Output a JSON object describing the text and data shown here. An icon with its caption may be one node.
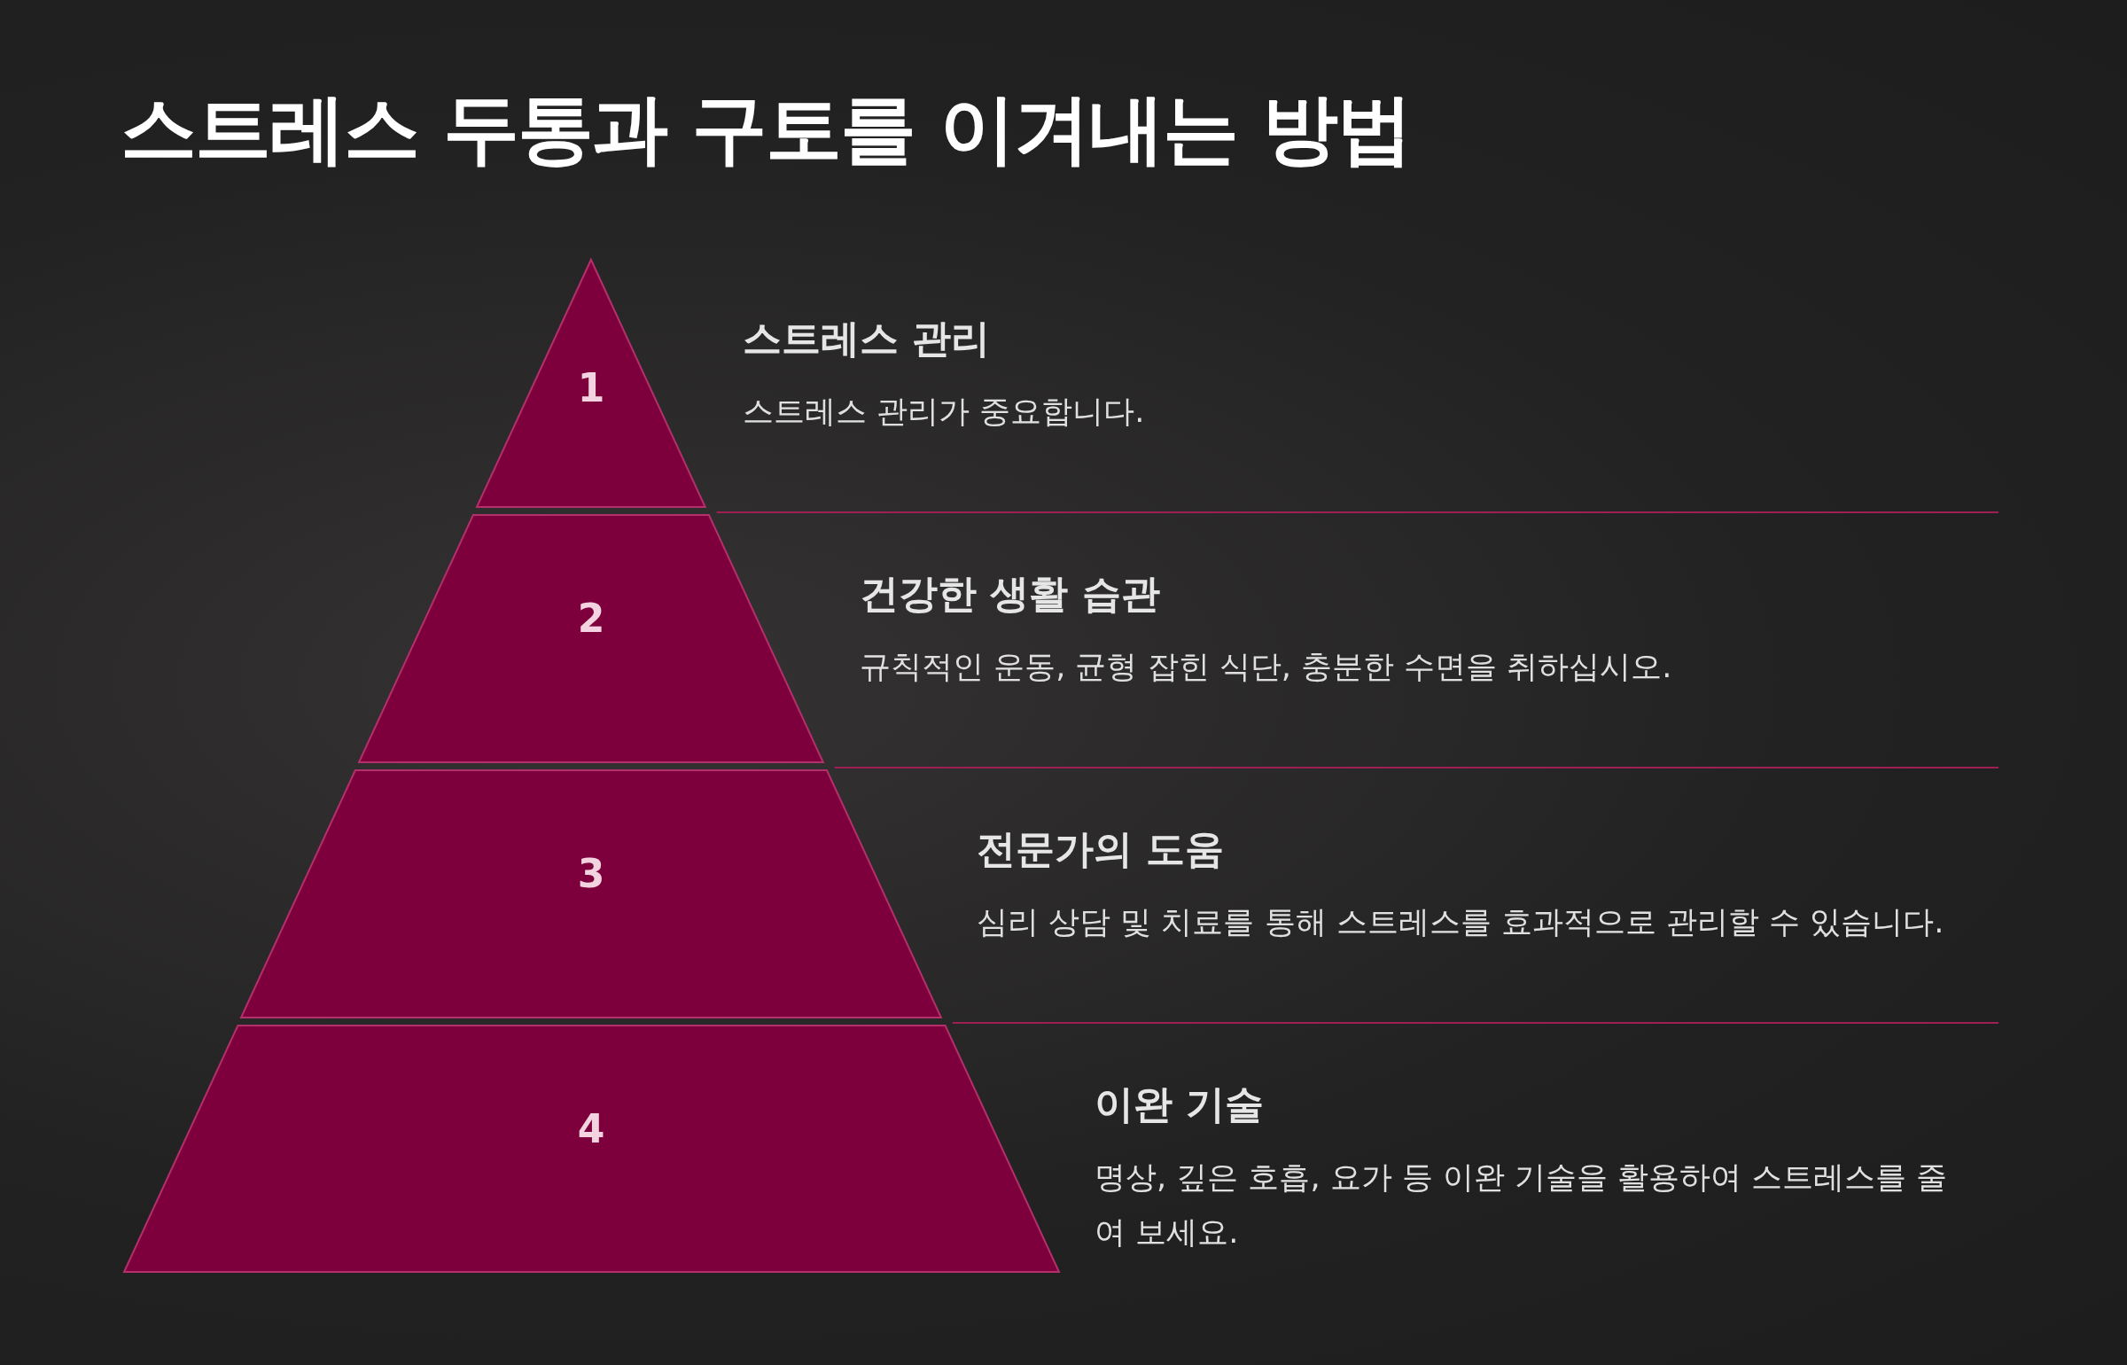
{
  "diagram": {
    "title": "스트레스 두통과 구토를 이겨내는 방법",
    "nodes": [
      {
        "text": [
          "1"
        ],
        "beside": [
          "스트레스 관리",
          "스트레스 관리가 중요합니다."
        ]
      },
      {
        "text": [
          "2"
        ],
        "beside": [
          "건강한 생활 습관",
          "규칙적인 운동, 균형 잡힌 식단, 충분한 수면을 취하십시오."
        ]
      },
      {
        "text": [
          "3"
        ],
        "beside": [
          "전문가의 도움",
          "심리 상담 및 치료를 통해 스트레스를 효과적으로 관리할 수 있습니다."
        ]
      },
      {
        "text": [
          "4"
        ],
        "beside": [
          "이완 기술",
          "명상, 깊은 호흡, 요가 등 이완 기술을 활용하여 스트레스를 줄여 보세요."
        ]
      }
    ]
  }
}
